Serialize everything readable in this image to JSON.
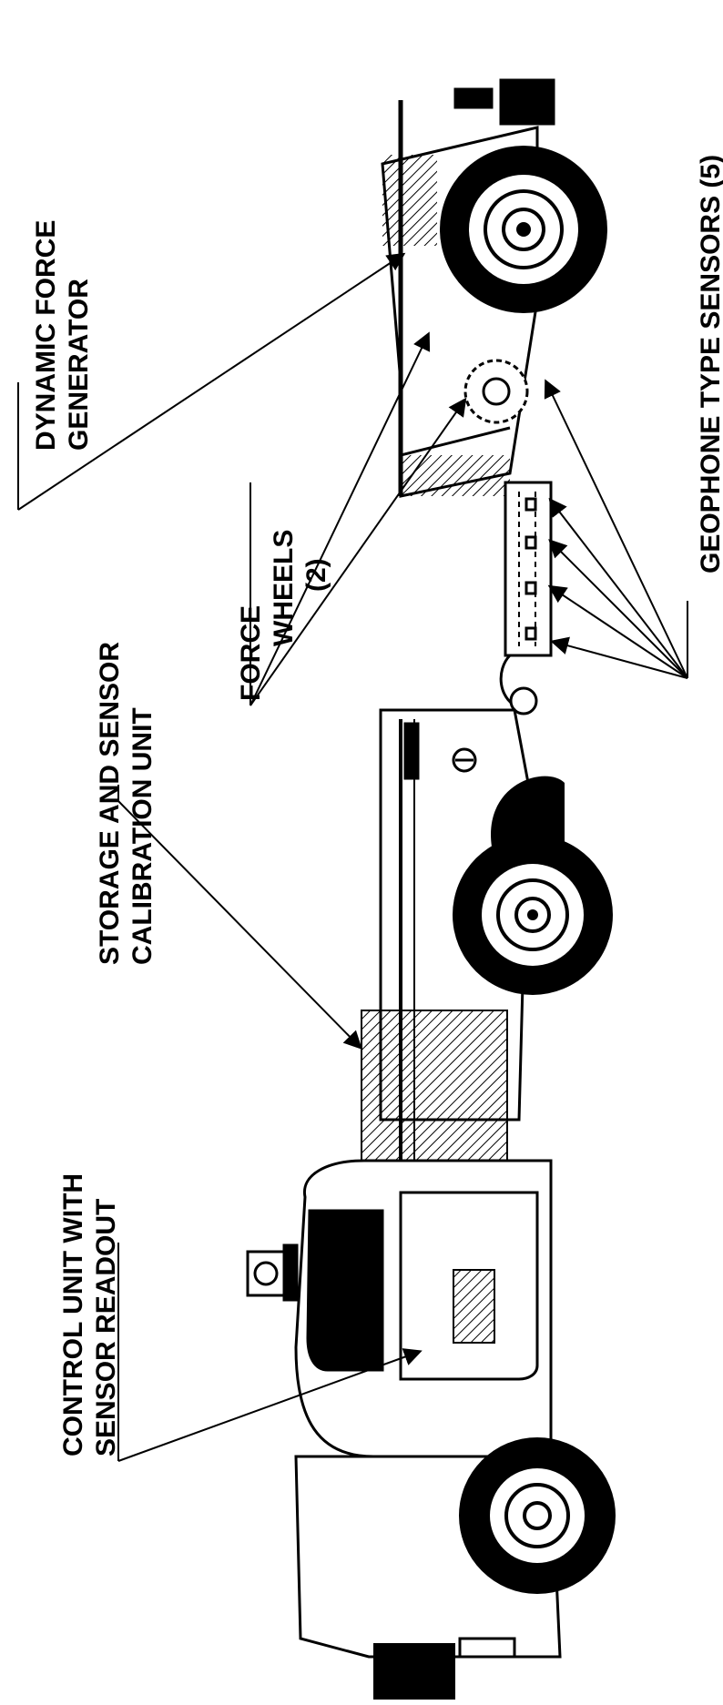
{
  "labels": {
    "control_unit": [
      "CONTROL UNIT WITH",
      "SENSOR READOUT"
    ],
    "storage_unit": [
      "STORAGE AND SENSOR",
      "CALIBRATION UNIT"
    ],
    "force_wheels": [
      "FORCE",
      "WHEELS",
      "(2)"
    ],
    "dynamic_force": [
      "DYNAMIC FORCE",
      "GENERATOR"
    ],
    "geophone": "GEOPHONE  TYPE  SENSORS (5)"
  },
  "colors": {
    "ink": "#000000",
    "paper": "#ffffff"
  }
}
